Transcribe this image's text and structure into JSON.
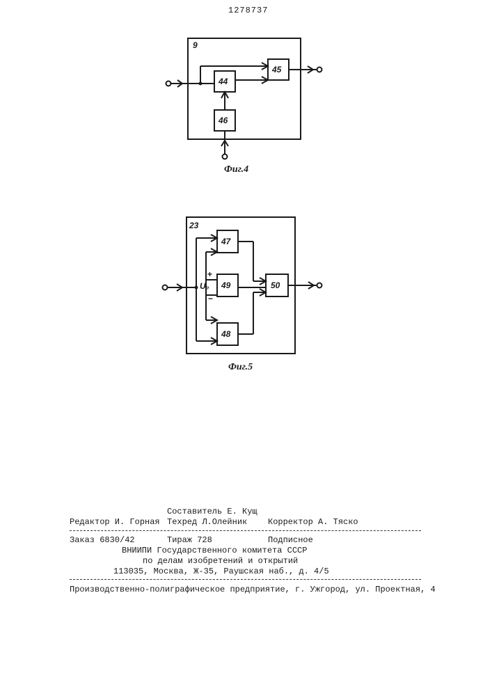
{
  "patent_number": "1278737",
  "fig4": {
    "caption": "Фиг.4",
    "outer_label": "9",
    "blocks": {
      "b44": "44",
      "b45": "45",
      "b46": "46"
    }
  },
  "fig5": {
    "caption": "Фиг.5",
    "outer_label": "23",
    "blocks": {
      "b47": "47",
      "b48": "48",
      "b49": "49",
      "b50": "50"
    },
    "u0_label": "U₀",
    "plus_sign": "+",
    "minus_sign": "−"
  },
  "colophon": {
    "composer": "Составитель Е. Кущ",
    "editor": "Редактор И. Горная",
    "techred": "Техред Л.Олейник",
    "corrector": "Корректор А. Тяско",
    "order": "Заказ 6830/42",
    "circulation": "Тираж 728",
    "subscription": "Подписное",
    "org_line1": "ВНИИПИ Государственного комитета СССР",
    "org_line2": "по делам изобретений и открытий",
    "address": "113035, Москва, Ж-35, Раушская наб., д. 4/5",
    "printer": "Производственно-полиграфическое предприятие, г. Ужгород, ул. Проектная, 4"
  }
}
